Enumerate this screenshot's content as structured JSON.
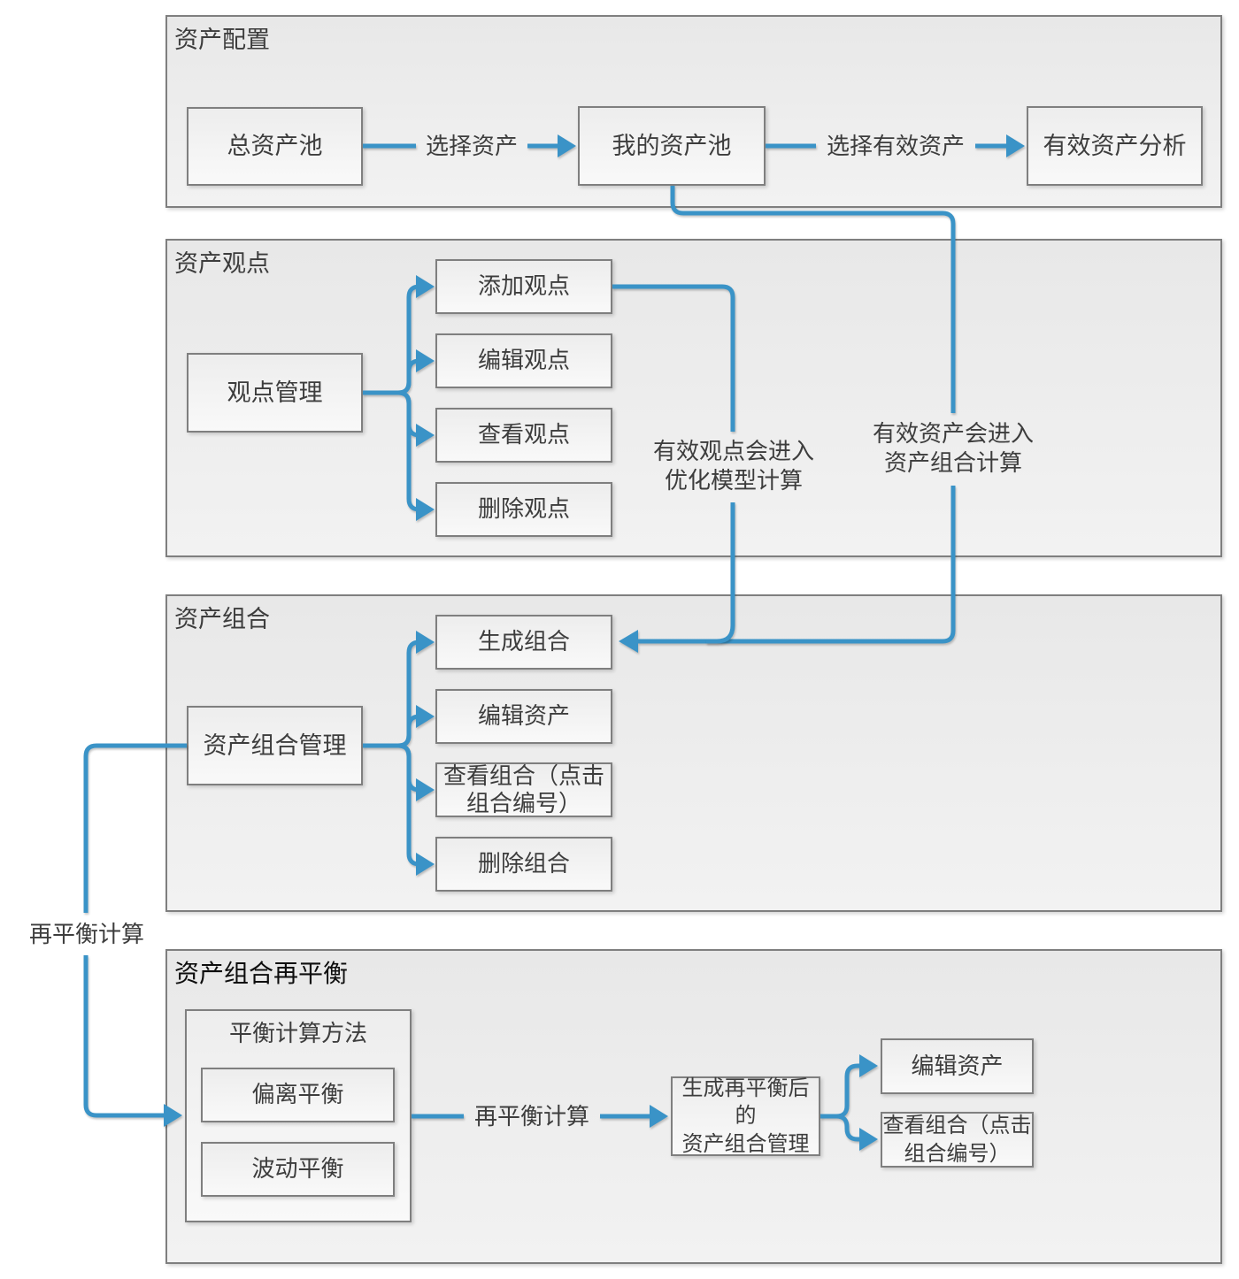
{
  "colors": {
    "accent": "#3a93c7",
    "shape_border": "#7f7f7f",
    "shape_fill_top": "#e8e8e8",
    "shape_fill_bottom": "#f9f9f9",
    "text": "#3d3d3d"
  },
  "sections": {
    "allocation": {
      "title": "资产配置"
    },
    "views": {
      "title": "资产观点"
    },
    "portfolio": {
      "title": "资产组合"
    },
    "rebalance": {
      "title": "资产组合再平衡"
    }
  },
  "nodes": {
    "total_pool": "总资产池",
    "my_pool": "我的资产池",
    "effective_analysis": "有效资产分析",
    "view_manage": "观点管理",
    "view_add": "添加观点",
    "view_edit": "编辑观点",
    "view_check": "查看观点",
    "view_delete": "删除观点",
    "portfolio_manage": "资产组合管理",
    "portfolio_generate": "生成组合",
    "portfolio_edit_asset": "编辑资产",
    "portfolio_view": "查看组合（点击\n组合编号）",
    "portfolio_delete": "删除组合",
    "method_group": "平衡计算方法",
    "method_deviation": "偏离平衡",
    "method_volatility": "波动平衡",
    "rebalanced_manage": "生成再平衡后的\n资产组合管理",
    "rebalance_edit_asset": "编辑资产",
    "rebalance_view": "查看组合（点击\n组合编号）"
  },
  "edge_labels": {
    "select_asset": "选择资产",
    "select_effective": "选择有效资产",
    "views_to_model": "有效观点会进入\n优化模型计算",
    "assets_to_portfolio": "有效资产会进入\n资产组合计算",
    "rebalance_calc_left": "再平衡计算",
    "rebalance_calc_mid": "再平衡计算"
  }
}
